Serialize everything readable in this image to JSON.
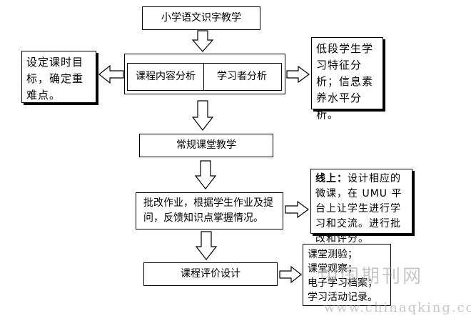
{
  "nodes": {
    "top": "小学语文识字教学",
    "content_analysis": "课程内容分析",
    "learner_analysis": "学习者分析",
    "goals": "设定课时目标，确定重难点。",
    "learner_traits": "低段学生学习特征分析；信息素养水平分析。",
    "regular": "常规课堂教学",
    "grading": "批改作业，根据学生作业及提问，反馈知识点掌握情况。",
    "online_label": "线上：",
    "online_text": "设计相应的微课，在 UMU 平台上让学生进行学习和交流。进行批改和评分。",
    "evaluation": "课程评价设计",
    "eval_items": [
      "课堂测验；",
      "课堂观察；",
      "电子学习档案；",
      "学习活动记录。"
    ]
  },
  "watermark": {
    "cn": "中国期刊网",
    "url": "www.chinaqking.com"
  }
}
